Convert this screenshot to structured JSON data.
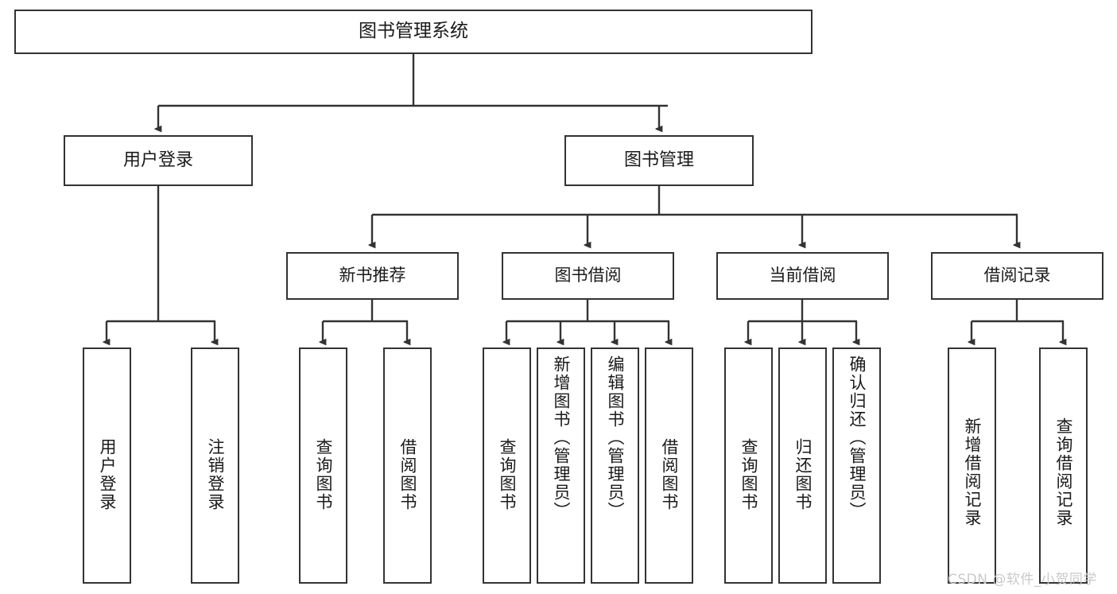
{
  "diagram": {
    "type": "hierarchy-tree",
    "title": "图书管理系统",
    "watermark": "CSDN @软件_小贺同学",
    "colors": {
      "box_border": "#333333",
      "box_fill": "#ffffff",
      "connector": "#333333",
      "text": "#1a1a1a",
      "watermark": "#c9c9c9",
      "background": "#ffffff"
    },
    "root": {
      "label": "图书管理系统"
    },
    "level1": [
      {
        "label": "用户登录"
      },
      {
        "label": "图书管理"
      }
    ],
    "level2": [
      {
        "label": "新书推荐"
      },
      {
        "label": "图书借阅"
      },
      {
        "label": "当前借阅"
      },
      {
        "label": "借阅记录"
      }
    ],
    "leaves": {
      "user_login": [
        {
          "label": "用户登录"
        },
        {
          "label": "注销登录"
        }
      ],
      "new_book_recommend": [
        {
          "label": "查询图书"
        },
        {
          "label": "借阅图书"
        }
      ],
      "book_borrow": [
        {
          "label": "查询图书"
        },
        {
          "label": "新增图书（管理员）"
        },
        {
          "label": "编辑图书（管理员）"
        },
        {
          "label": "借阅图书"
        }
      ],
      "current_borrow": [
        {
          "label": "查询图书"
        },
        {
          "label": "归还图书"
        },
        {
          "label": "确认归还（管理员）"
        }
      ],
      "borrow_records": [
        {
          "label": "新增借阅记录"
        },
        {
          "label": "查询借阅记录"
        }
      ]
    }
  }
}
